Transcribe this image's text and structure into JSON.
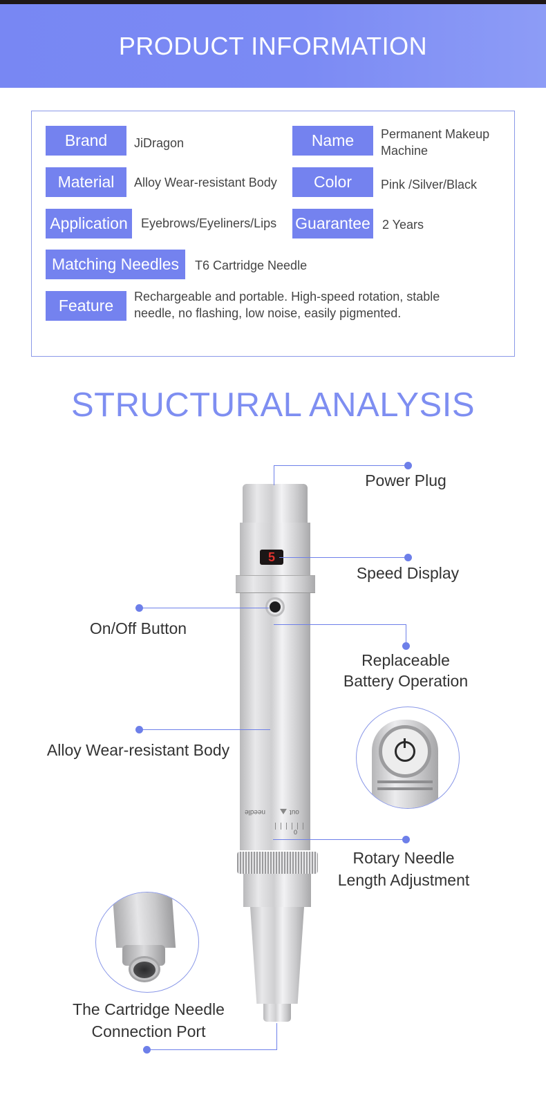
{
  "header": {
    "title": "PRODUCT INFORMATION",
    "gradient_colors": [
      "#7887f3",
      "#8d9cf6"
    ]
  },
  "product_info": {
    "rows": [
      {
        "label": "Brand",
        "value": "JiDragon"
      },
      {
        "label": "Name",
        "value": "Permanent Makeup Machine"
      },
      {
        "label": "Material",
        "value": "Alloy Wear-resistant Body"
      },
      {
        "label": "Color",
        "value": "Pink /Silver/Black"
      },
      {
        "label": "Application",
        "value": "Eyebrows/Eyeliners/Lips"
      },
      {
        "label": "Guarantee",
        "value": "2 Years"
      },
      {
        "label": "Matching Needles",
        "value": "T6 Cartridge Needle"
      },
      {
        "label": "Feature",
        "value": "Rechargeable and portable. High-speed rotation, stable needle, no flashing, low noise, easily pigmented."
      }
    ],
    "label_color": "#7482ef"
  },
  "structural_analysis": {
    "title": "STRUCTURAL ANALYSIS",
    "callouts": {
      "power_plug": "Power Plug",
      "speed_display": "Speed Display",
      "on_off_button": "On/Off Button",
      "replaceable_battery_1": "Replaceable",
      "replaceable_battery_2": "Battery Operation",
      "alloy_body": "Alloy Wear-resistant Body",
      "rotary_needle_1": "Rotary Needle",
      "rotary_needle_2": "Length Adjustment",
      "cartridge_port_1": "The Cartridge Needle",
      "cartridge_port_2": "Connection Port"
    },
    "speed_display_value": "5",
    "scale_labels": {
      "needle": "needle",
      "out": "out",
      "zero": "0"
    },
    "accent_color": "#6d7fe9"
  }
}
